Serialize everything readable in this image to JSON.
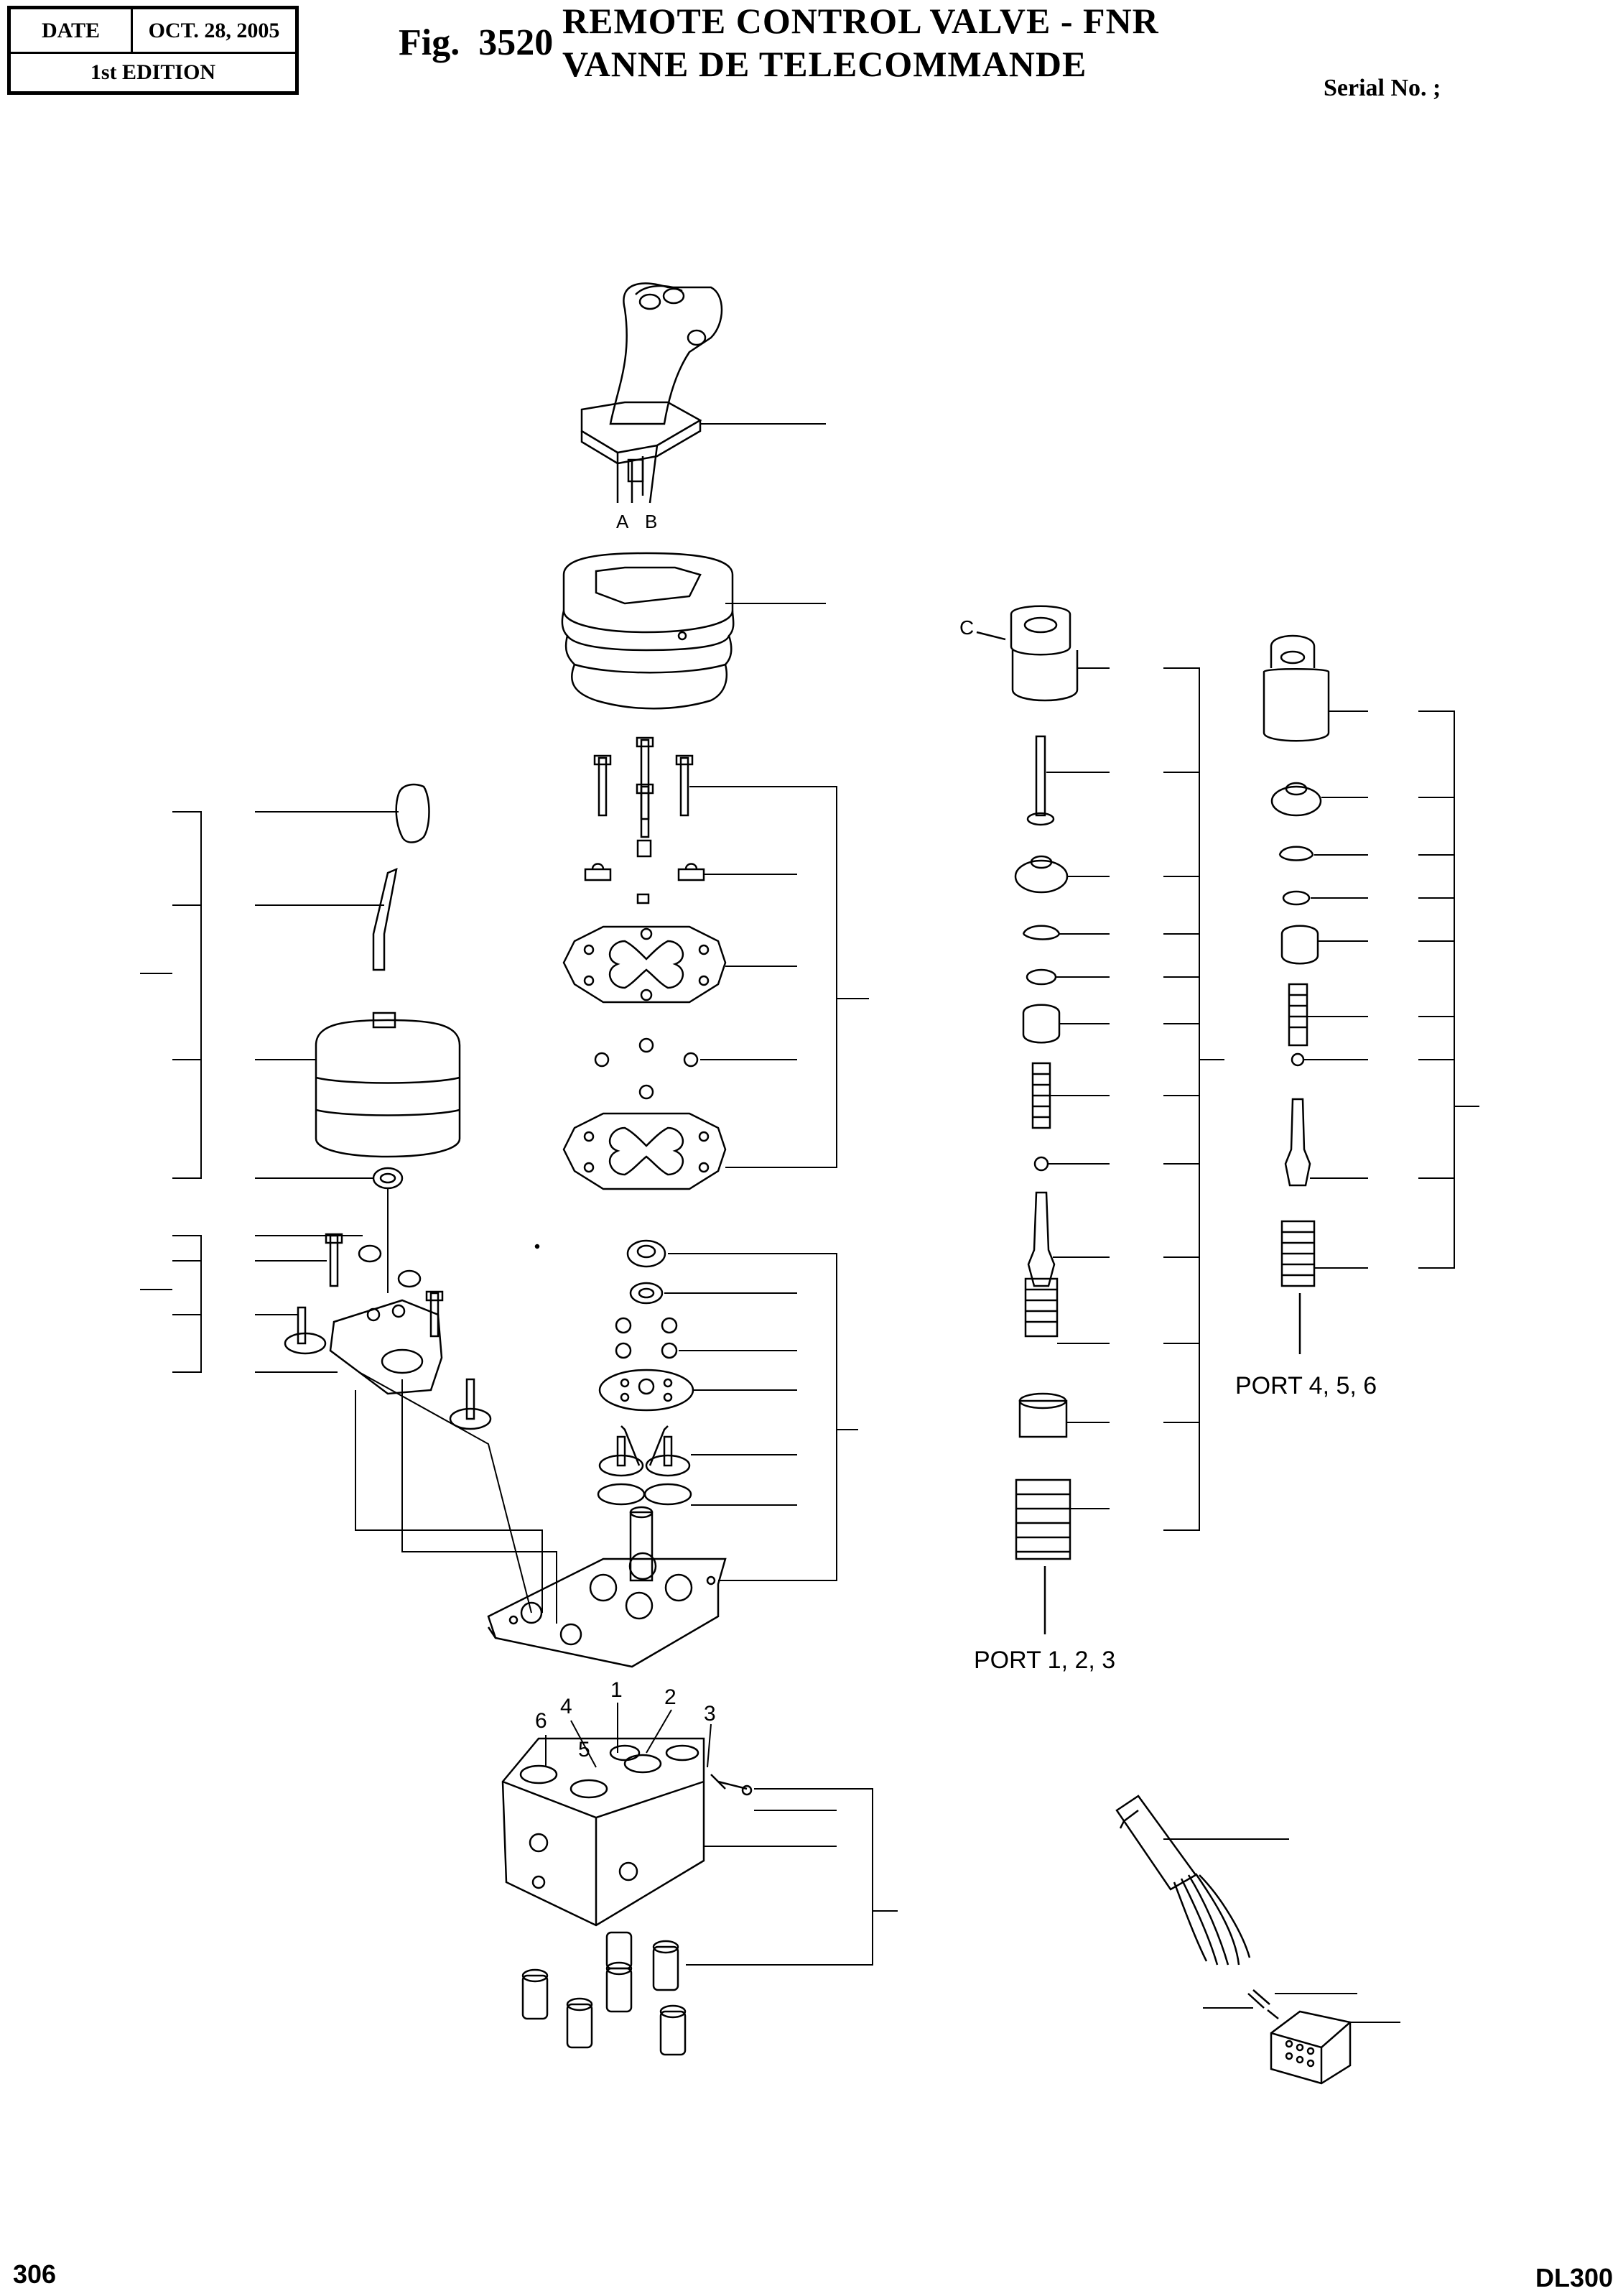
{
  "header": {
    "date_label": "DATE",
    "date_value": "OCT. 28, 2005",
    "edition": "1st EDITION",
    "fig_label": "Fig.",
    "fig_number": "3520",
    "title_en": "REMOTE CONTROL VALVE - FNR",
    "title_fr": "VANNE DE TELECOMMANDE",
    "serial": "Serial No. ;"
  },
  "labels": {
    "lever_a": "A",
    "lever_b": "B",
    "callout_c": "C",
    "port_456": "PORT 4, 5, 6",
    "port_123": "PORT 1, 2, 3",
    "port_1": "1",
    "port_2": "2",
    "port_3": "3",
    "port_4": "4",
    "port_5": "5",
    "port_6": "6"
  },
  "footer": {
    "page_number": "306",
    "model": "DL300"
  }
}
